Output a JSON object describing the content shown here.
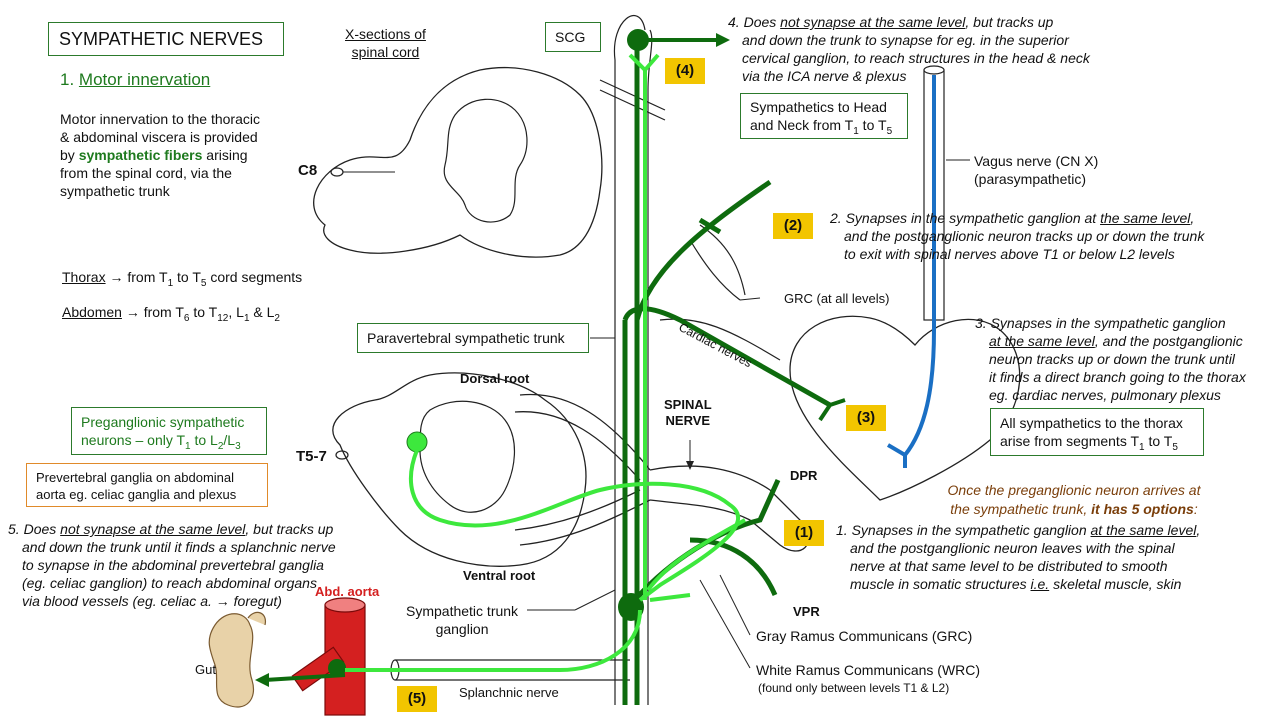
{
  "title": "SYMPATHETIC NERVES",
  "section_heading_num": "1.",
  "section_heading": "Motor innervation",
  "intro": {
    "p1": "Motor innervation to the thoracic",
    "p2": "& abdominal viscera is provided",
    "p3a": "by",
    "p3b": "sympathetic fibers",
    "p3c": "arising",
    "p4": "from the spinal cord, via the",
    "p5": "sympathetic trunk"
  },
  "thorax": {
    "word": "Thorax",
    "arrow": "→",
    "text_a": "from T",
    "s1": "1",
    "text_b": " to T",
    "s2": "5",
    "text_c": " cord segments"
  },
  "abdomen": {
    "word": "Abdomen",
    "arrow": "→",
    "text_a": "from T",
    "s1": "6",
    "text_b": " to T",
    "s2": "12",
    "text_c": ", L",
    "s3": "1",
    "text_d": " & L",
    "s4": "2"
  },
  "xsections": {
    "l1": "X-sections of",
    "l2": "spinal cord"
  },
  "labels": {
    "c8": "C8",
    "t57": "T5-7",
    "scg": "SCG",
    "dorsal_root": "Dorsal root",
    "ventral_root": "Ventral root",
    "spinal_nerve_1": "SPINAL",
    "spinal_nerve_2": "NERVE",
    "dpr": "DPR",
    "vpr": "VPR",
    "cardiac_nerves": "Cardiac nerves",
    "grc_all": "GRC (at all levels)",
    "vagus_1": "Vagus nerve (CN X)",
    "vagus_2": "(parasympathetic)",
    "gut": "Gut",
    "abd_aorta": "Abd. aorta",
    "splanchnic": "Splanchnic nerve",
    "trunk_ganglion_1": "Sympathetic trunk",
    "trunk_ganglion_2": "ganglion",
    "grc_full": "Gray Ramus Communicans (GRC)",
    "wrc_full": "White Ramus Communicans (WRC)",
    "wrc_note": "(found only between levels T1 & L2)"
  },
  "boxes": {
    "paravertebral": "Paravertebral sympathetic trunk",
    "head_neck_1": "Sympathetics to Head",
    "head_neck_2a": "and Neck from T",
    "head_neck_s1": "1",
    "head_neck_2b": " to T",
    "head_neck_s2": "5",
    "thorax_1": "All sympathetics to the thorax",
    "thorax_2a": "arise from segments T",
    "thorax_s1": "1",
    "thorax_2b": " to T",
    "thorax_s2": "5",
    "pregang_1": "Preganglionic sympathetic",
    "pregang_2a": "neurons – only T",
    "pregang_s1": "1",
    "pregang_2b": " to L",
    "pregang_s2": "2",
    "pregang_2c": "/L",
    "pregang_s3": "3",
    "prevert_1": "Prevertebral ganglia on abdominal",
    "prevert_2": "aorta eg. celiac ganglia and plexus"
  },
  "badges": {
    "b1": "(1)",
    "b2": "(2)",
    "b3": "(3)",
    "b4": "(4)",
    "b5": "(5)"
  },
  "options_intro": {
    "l1": "Once the preganglionic neuron arrives at",
    "l2a": "the sympathetic trunk,",
    "l2b": "it has 5 options",
    "l2c": ":"
  },
  "option1": {
    "num": "1.",
    "a": "Synapses in the sympathetic ganglion",
    "b": "at the same level",
    "c": ",",
    "l2": "and the postganglionic neuron leaves with the spinal",
    "l3": "nerve at that same level to be distributed to smooth",
    "l4a": "muscle in somatic structures",
    "l4b": "i.e.",
    "l4c": "skeletal muscle, skin"
  },
  "option2": {
    "num": "2.",
    "a": "Synapses in the sympathetic ganglion at",
    "b": "the same level",
    "c": ",",
    "l2": "and the postganglionic neuron tracks up or down the trunk",
    "l3": "to exit with spinal nerves above T1 or below L2 levels"
  },
  "option3": {
    "num": "3.",
    "a": "Synapses in the sympathetic ganglion",
    "l2a": "at the same level",
    "l2b": ", and the postganglionic",
    "l3": "neuron tracks up or down the trunk until",
    "l4": "it finds a direct branch going to the thorax",
    "l5": "eg. cardiac nerves, pulmonary plexus"
  },
  "option4": {
    "num": "4.",
    "a": "Does",
    "b": "not synapse at the same level",
    "c": ", but tracks up",
    "l2": "and down the trunk to synapse for eg. in the superior",
    "l3": "cervical ganglion, to reach structures in the head & neck",
    "l4": "via the ICA nerve & plexus"
  },
  "option5": {
    "num": "5.",
    "a": "Does",
    "b": "not synapse at the same level",
    "c": ", but tracks up",
    "l2": "and down the trunk until it finds a splanchnic nerve",
    "l3": "to synapse in the abdominal prevertebral ganglia",
    "l4": "(eg. celiac ganglion) to reach abdominal organs",
    "l5": "via blood vessels (eg. celiac a. → foregut)"
  },
  "colors": {
    "dark_green": "#0e6b0e",
    "light_green": "#3de83d",
    "vagus_blue": "#1a6fc4",
    "aorta_red": "#d42020",
    "gut_tan": "#e8d2a8",
    "badge_yellow": "#f2c500",
    "box_green": "#2c7a2c",
    "box_orange": "#e08a2a"
  }
}
